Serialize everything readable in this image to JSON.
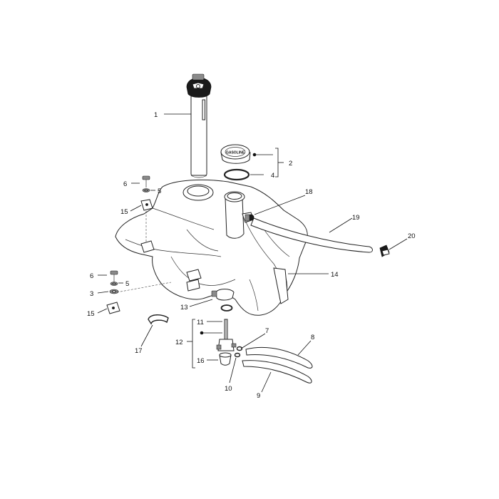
{
  "cap_text": "GASOLINE",
  "callouts": {
    "c1": "1",
    "c2": "2",
    "c3": "3",
    "c4": "4",
    "c5a": "5",
    "c5b": "5",
    "c6a": "6",
    "c6b": "6",
    "c7": "7",
    "c8": "8",
    "c9": "9",
    "c10": "10",
    "c11": "11",
    "c12": "12",
    "c13": "13",
    "c14": "14",
    "c15a": "15",
    "c15b": "15",
    "c16": "16",
    "c17": "17",
    "c18": "18",
    "c19": "19",
    "c20": "20"
  }
}
